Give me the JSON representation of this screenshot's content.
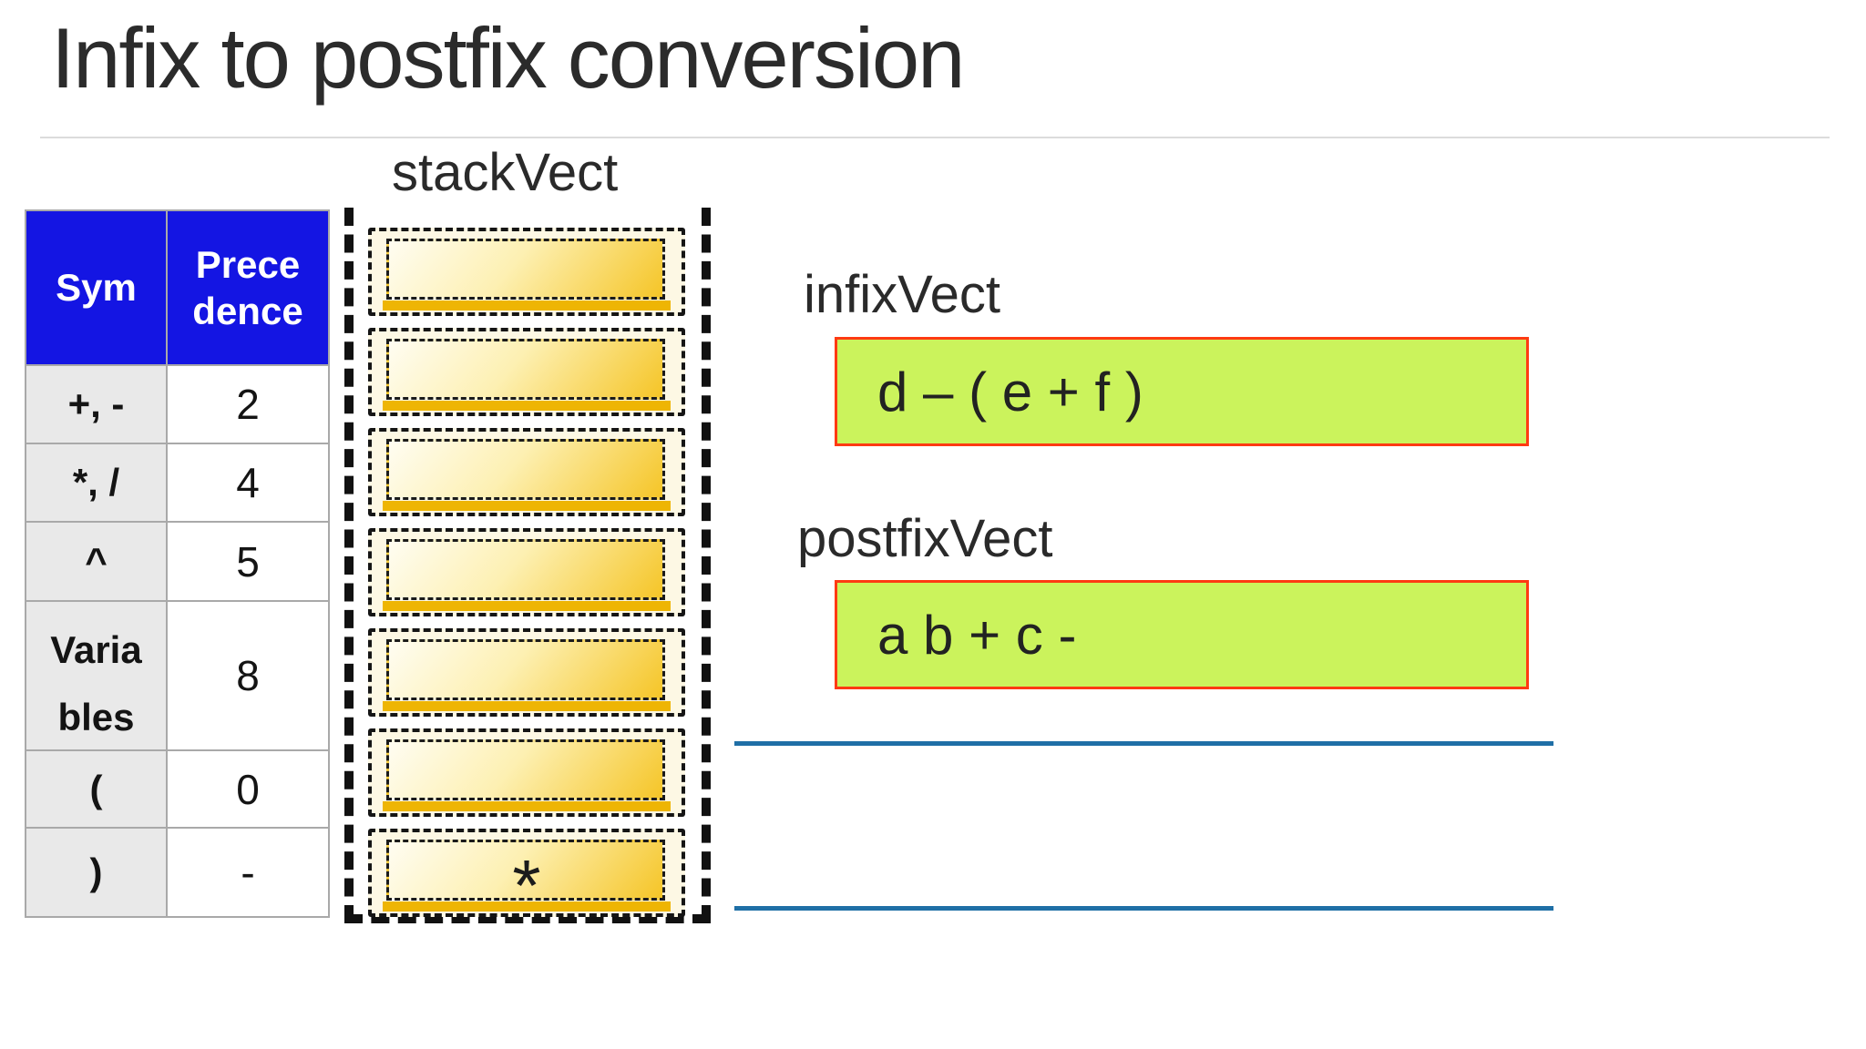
{
  "title": "Infix to postfix conversion",
  "stack": {
    "label": "stackVect",
    "slot_count": 7,
    "top_value": "*"
  },
  "table": {
    "headers": {
      "col1": "Sym",
      "col2_line1": "Prece",
      "col2_line2": "dence"
    },
    "rows": [
      {
        "sym": "+, -",
        "prec": "2"
      },
      {
        "sym": "*, /",
        "prec": "4"
      },
      {
        "sym": "^",
        "prec": "5"
      },
      {
        "sym_line1": "Varia",
        "sym_line2": "bles",
        "prec": "8"
      },
      {
        "sym": "(",
        "prec": "0"
      },
      {
        "sym": ")",
        "prec": "-"
      }
    ]
  },
  "infix": {
    "label": "infixVect",
    "value": "d – ( e + f )"
  },
  "postfix": {
    "label": "postfixVect",
    "value": "a b + c -"
  },
  "colors": {
    "title_text": "#2b2b2b",
    "table_header_bg": "#1415e3",
    "table_header_text": "#ffffff",
    "sym_column_bg": "#e9e9e9",
    "table_border": "#a9a9a9",
    "stack_box_gold_light": "#fffdf2",
    "stack_box_gold_dark": "#f5c527",
    "stack_outline": "#151515",
    "vector_box_bg": "#cbf35c",
    "vector_box_border": "#fe3a12",
    "divider_line_blue": "#1f6fa6"
  }
}
